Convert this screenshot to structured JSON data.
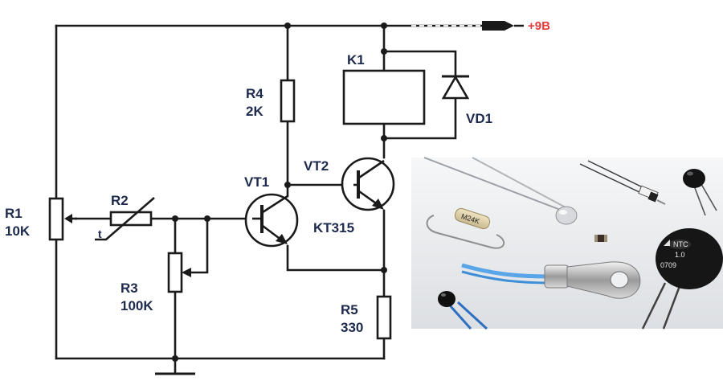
{
  "labels": {
    "supply": "+9B",
    "r1_name": "R1",
    "r1_value": "10K",
    "r2_name": "R2",
    "r2_temp": "t",
    "r3_name": "R3",
    "r3_value": "100K",
    "r4_name": "R4",
    "r4_value": "2K",
    "r5_name": "R5",
    "r5_value": "330",
    "vt1_name": "VT1",
    "vt2_name": "VT2",
    "vt2_type": "KT315",
    "k1_name": "K1",
    "vd1_name": "VD1"
  },
  "photo": {
    "resistor_marking": "M24K",
    "ntc_line1": "NTC",
    "ntc_line2": "1.0",
    "ntc_line3": "0709"
  },
  "colors": {
    "wire": "#1a1a1a",
    "label": "#1d2a4d",
    "supply": "#e43a3a",
    "photo_bg": "#e9ebee"
  }
}
